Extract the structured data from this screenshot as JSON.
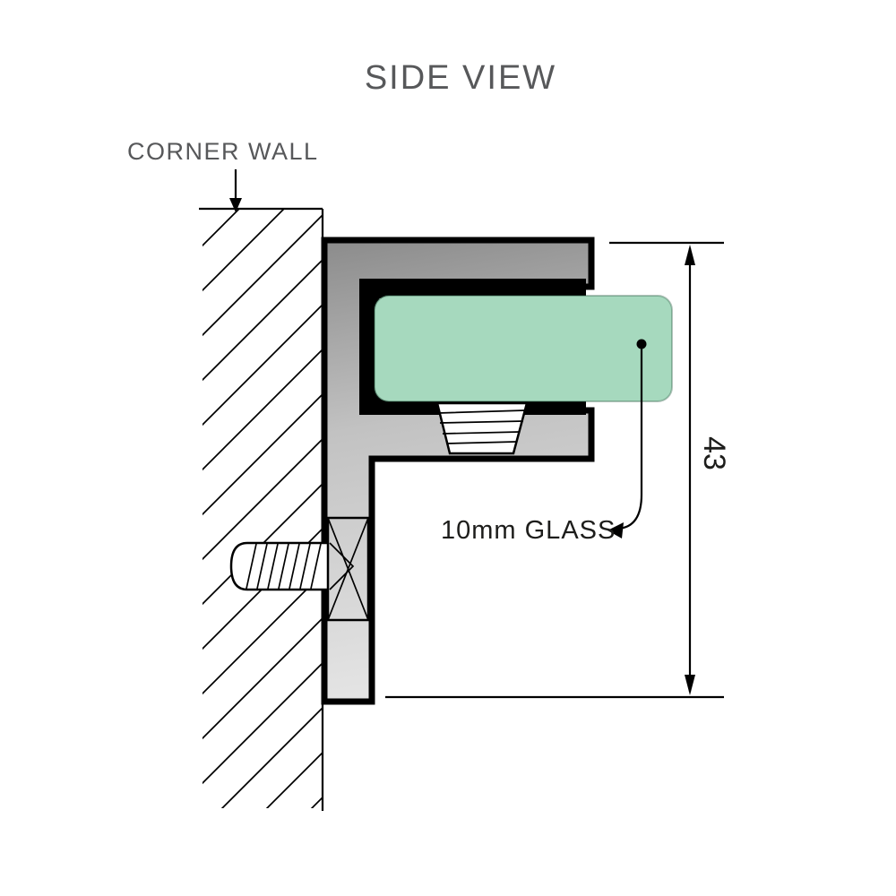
{
  "title": "SIDE VIEW",
  "callouts": {
    "corner_wall": "CORNER WALL",
    "glass": "10mm GLASS"
  },
  "dimensions": {
    "bracket_height": "43"
  },
  "colors": {
    "glass_fill": "#a6d9be",
    "glass_edge": "#27563f",
    "label_gray": "#57585a",
    "label_dark": "#1d1d1b",
    "line_black": "#000000",
    "metal_dark": "#8a8a8a",
    "metal_mid": "#c2c2c2",
    "metal_light": "#e8e8e8"
  }
}
